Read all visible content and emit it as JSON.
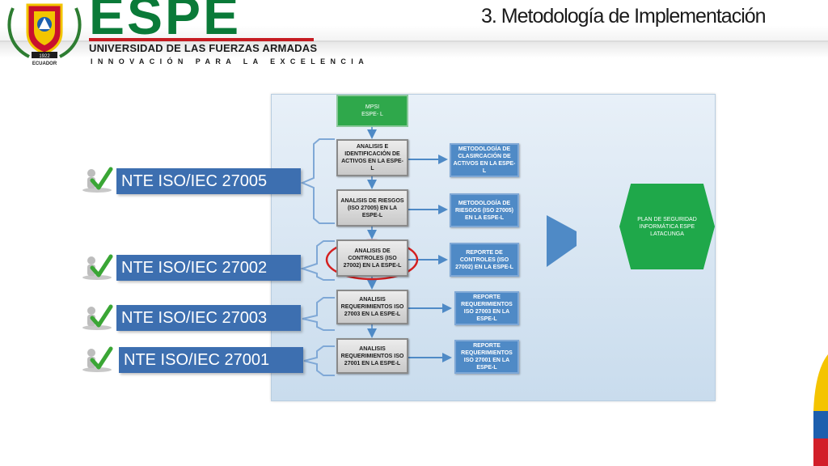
{
  "slide": {
    "title": "3.  Metodología de Implementación"
  },
  "logo": {
    "wordmark": "ESPE",
    "university": "UNIVERSIDAD DE LAS FUERZAS ARMADAS",
    "motto": "INNOVACIÓN PARA LA EXCELENCIA",
    "seal_country": "ECUADOR",
    "seal_year": "1922"
  },
  "diagram": {
    "top_node": "MPSI\nESPE- L",
    "steps": [
      {
        "label": "ANALISIS E IDENTIFICACIÓN DE ACTIVOS EN LA ESPE-L",
        "output": "METODOLOGÍA DE CLASIRCACIÓN DE ACTIVOS EN LA ESPE-L"
      },
      {
        "label": "ANALISIS DE RIESGOS (ISO 27005) EN LA ESPE-L",
        "output": "METODOLOGÍA DE RIESGOS (ISO 27005) EN LA ESPE-L"
      },
      {
        "label": "ANALISIS DE CONTROLES (ISO 27002) EN LA ESPE-L",
        "output": "REPORTE DE CONTROLES (ISO 27002) EN LA ESPE-L"
      },
      {
        "label": "ANALISIS REQUERIMIENTOS ISO 27003 EN LA ESPE-L",
        "output": "REPORTE REQUERIMIENTOS ISO 27003 EN LA ESPE-L"
      },
      {
        "label": "ANALISIS REQUERIMIENTOS ISO 27001 EN LA ESPE-L",
        "output": "REPORTE REQUERIMIENTOS ISO 27001 EN LA ESPE-L"
      }
    ],
    "result": "PLAN DE SEGURIDAD INFORMÁTICA ESPE LATACUNGA",
    "highlighted_step": 2
  },
  "standards": [
    "NTE ISO/IEC 27005",
    "NTE ISO/IEC 27002",
    "NTE ISO/IEC 27003",
    "NTE ISO/IEC 27001"
  ],
  "colors": {
    "brand_green": "#0a7a38",
    "brand_red": "#c61c22",
    "standard_box": "#3d6fb0",
    "output_box": "#4f8ac6",
    "result_hexagon": "#1fa84a",
    "highlight_ellipse": "#d42020",
    "check": "#3aa635"
  }
}
